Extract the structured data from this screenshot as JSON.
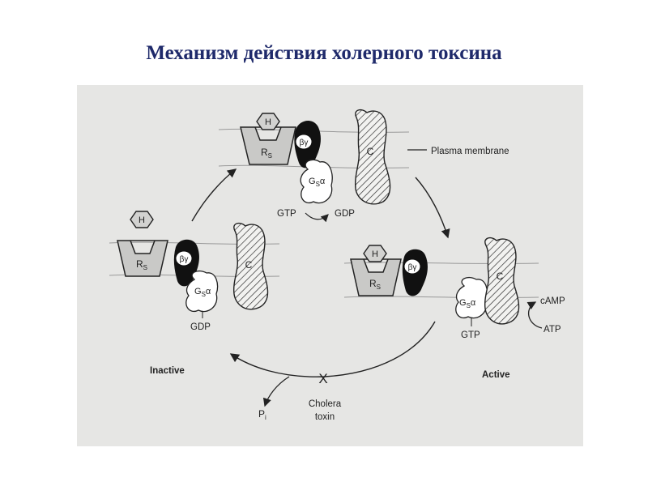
{
  "title": "Механизм действия холерного токсина",
  "diagram": {
    "hormone": "H",
    "receptor": "R",
    "receptor_sub": "S",
    "beta_gamma": "βγ",
    "gs": "G",
    "gs_sub": "S",
    "gs_alpha": "α",
    "cyclase": "C",
    "plasma_membrane": "Plasma membrane",
    "gtp": "GTP",
    "gdp": "GDP",
    "camp": "cAMP",
    "atp": "ATP",
    "inactive": "Inactive",
    "active": "Active",
    "block_mark": "X",
    "pi": "P",
    "pi_sub": "i",
    "cholera": "Cholera",
    "toxin": "toxin"
  },
  "colors": {
    "title": "#1f2a6b",
    "panel": "#e6e6e4",
    "ink": "#222222"
  }
}
